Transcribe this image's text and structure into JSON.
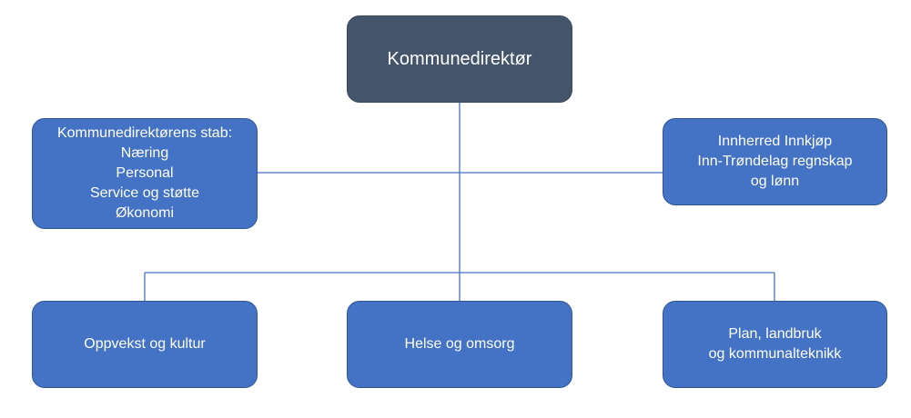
{
  "colors": {
    "top_box_fill": "#44546a",
    "box_fill": "#4472c4",
    "box_border": "#2f5597",
    "connector": "#4472c4",
    "text": "#ffffff"
  },
  "org_chart": {
    "top": {
      "label": "Kommunedirektør"
    },
    "staff_left": {
      "lines": [
        "Kommunedirektørens stab:",
        "Næring",
        "Personal",
        "Service og støtte",
        "Økonomi"
      ]
    },
    "staff_right": {
      "lines": [
        "Innherred Innkjøp",
        "Inn-Trøndelag regnskap",
        "og lønn"
      ]
    },
    "units": [
      {
        "lines": [
          "Oppvekst og kultur"
        ]
      },
      {
        "lines": [
          "Helse og omsorg"
        ]
      },
      {
        "lines": [
          "Plan, landbruk",
          "og kommunalteknikk"
        ]
      }
    ]
  }
}
